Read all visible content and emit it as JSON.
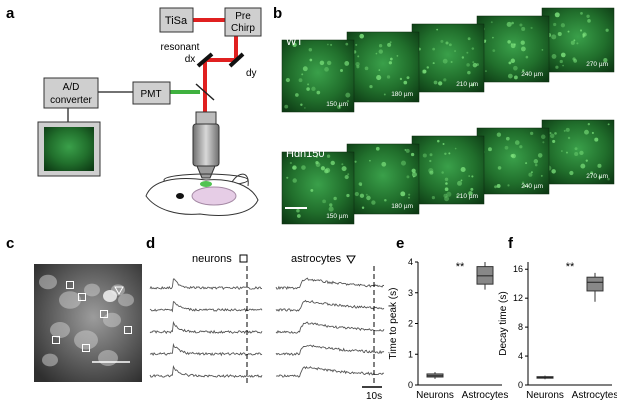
{
  "panels": {
    "a": "a",
    "b": "b",
    "c": "c",
    "d": "d",
    "e": "e",
    "f": "f"
  },
  "panel_a": {
    "laser": "TiSa",
    "prechirp_line1": "Pre",
    "prechirp_line2": "Chirp",
    "resonant": "resonant",
    "dx": "dx",
    "dy": "dy",
    "adc_line1": "A/D",
    "adc_line2": "converter",
    "pmt": "PMT"
  },
  "panel_b": {
    "row1_label": "WT",
    "row2_label": "Hdh150",
    "depths": [
      "150 µm",
      "180 µm",
      "210 µm",
      "240 µm",
      "270 µm"
    ]
  },
  "panel_d": {
    "neurons_label": "neurons",
    "astrocytes_label": "astrocytes",
    "scale_label": "10s",
    "colors": {
      "trace": "#555555",
      "scale": "#000000"
    }
  },
  "chart_data": [
    {
      "type": "box",
      "panel": "e",
      "ylabel": "Time to peak (s)",
      "categories": [
        "Neurons",
        "Astrocytes"
      ],
      "ylim": [
        0,
        4
      ],
      "yticks": [
        0,
        1,
        2,
        3,
        4
      ],
      "significance": "**",
      "boxes": [
        {
          "min": 0.2,
          "q1": 0.26,
          "median": 0.3,
          "q3": 0.36,
          "max": 0.42
        },
        {
          "min": 3.1,
          "q1": 3.28,
          "median": 3.55,
          "q3": 3.85,
          "max": 4.0
        }
      ],
      "color": "#888888"
    },
    {
      "type": "box",
      "panel": "f",
      "ylabel": "Decay time (s)",
      "categories": [
        "Neurons",
        "Astrocytes"
      ],
      "ylim": [
        0,
        17
      ],
      "yticks": [
        0,
        4,
        8,
        12,
        16
      ],
      "significance": "**",
      "boxes": [
        {
          "min": 0.8,
          "q1": 0.95,
          "median": 1.05,
          "q3": 1.15,
          "max": 1.3
        },
        {
          "min": 11.5,
          "q1": 13.0,
          "median": 14.2,
          "q3": 14.9,
          "max": 15.5
        }
      ],
      "color": "#888888"
    }
  ]
}
